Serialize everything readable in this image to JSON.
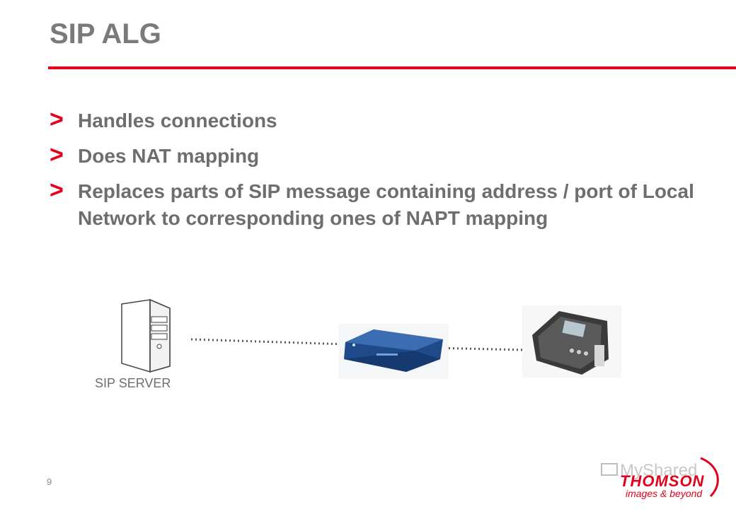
{
  "slide": {
    "title": "SIP ALG",
    "bullet_marker": ">",
    "bullets": [
      "Handles connections",
      "Does NAT mapping",
      "Replaces parts of SIP message containing address / port of Local Network to corresponding ones of NAPT mapping"
    ],
    "accent_color": "#e3001b",
    "text_color": "#6e6e6e"
  },
  "diagram": {
    "server_label": "SIP SERVER",
    "nodes": [
      "server-icon",
      "router-icon",
      "phone-icon"
    ]
  },
  "footer": {
    "page_number": "9",
    "logo_watermark": "MyShared",
    "logo_brand": "THOMSON",
    "logo_tagline": "images & beyond"
  }
}
